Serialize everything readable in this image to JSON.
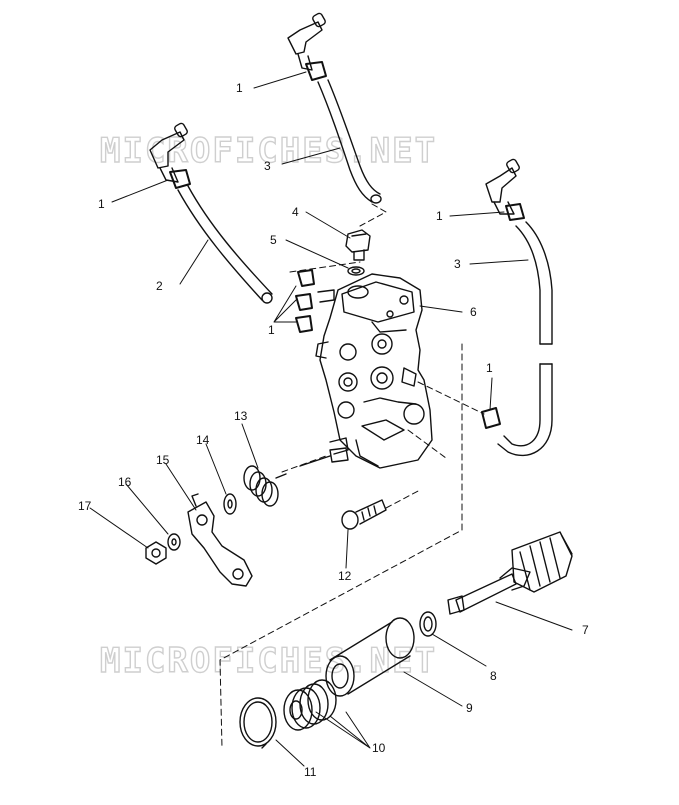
{
  "watermark": "MICROFICHES.NET",
  "callouts": {
    "c1a": "1",
    "c1b": "1",
    "c1c": "1",
    "c1d": "1",
    "c1e": "1",
    "c2": "2",
    "c3a": "3",
    "c3b": "3",
    "c4": "4",
    "c5": "5",
    "c6": "6",
    "c7": "7",
    "c8": "8",
    "c9": "9",
    "c10": "10",
    "c11": "11",
    "c12": "12",
    "c13": "13",
    "c14": "14",
    "c15": "15",
    "c16": "16",
    "c17": "17"
  }
}
